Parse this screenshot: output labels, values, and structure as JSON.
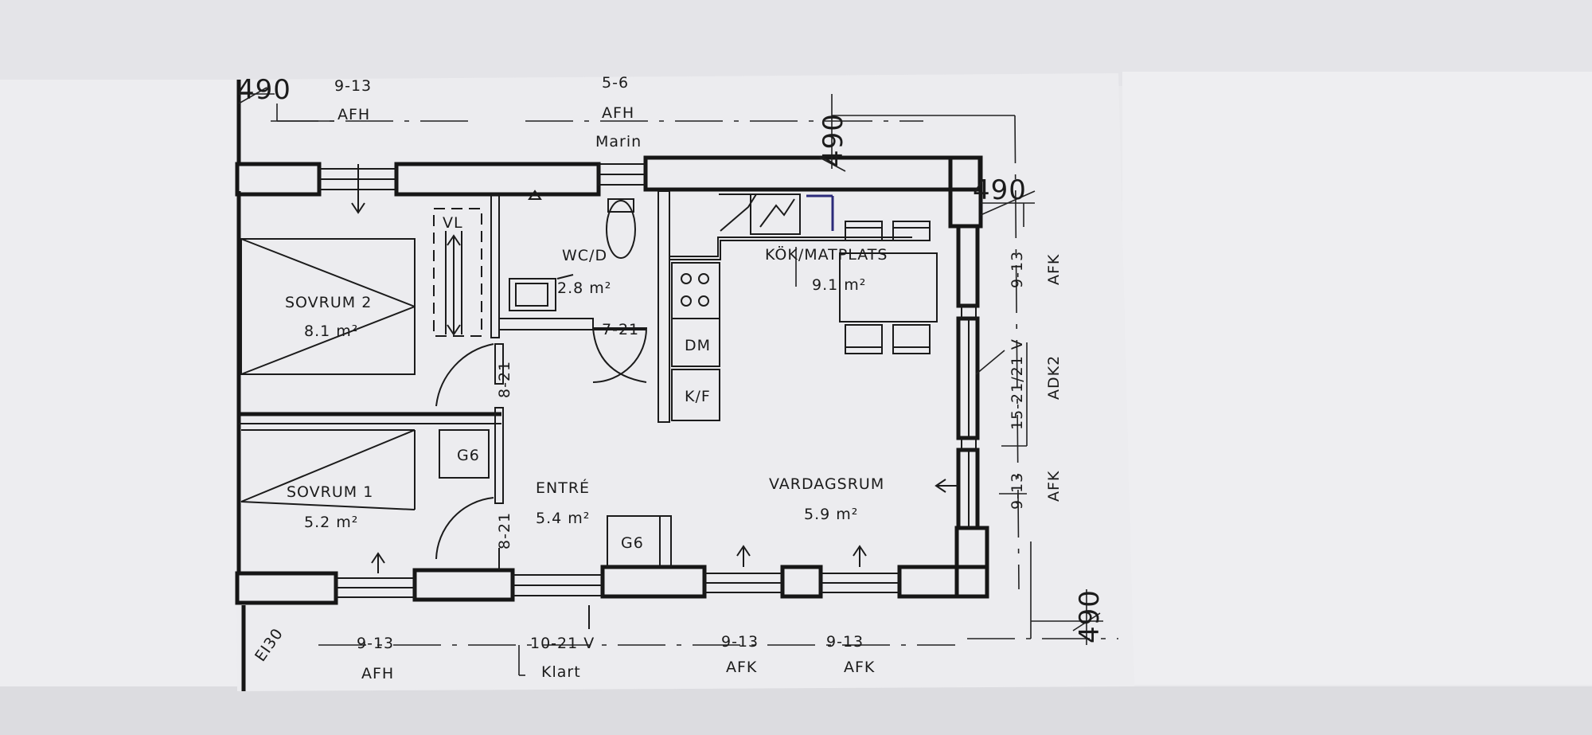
{
  "rooms": {
    "sovrum2": {
      "name": "SOVRUM 2",
      "area": "8.1 m²"
    },
    "sovrum1": {
      "name": "SOVRUM 1",
      "area": "5.2 m²"
    },
    "wc": {
      "name": "WC/D",
      "area": "2.8 m²"
    },
    "entre": {
      "name": "ENTRÉ",
      "area": "5.4 m²"
    },
    "kok": {
      "name": "KÖK/MATPLATS",
      "area": "9.1 m²"
    },
    "vardagsrum": {
      "name": "VARDAGSRUM",
      "area": "5.9 m²"
    }
  },
  "fixtures": {
    "vl": "VL",
    "dm": "DM",
    "kf": "K/F",
    "g6_a": "G6",
    "g6_b": "G6"
  },
  "doors": {
    "wc_door": "7-21",
    "sovrum2_door": "8-21",
    "sovrum1_door": "8-21"
  },
  "top": {
    "win1_size": "9-13",
    "win1_type": "AFH",
    "win2_size": "5-6",
    "win2_type": "AFH",
    "win2_note": "Marin",
    "dim_left": "490",
    "dim_mid": "490",
    "dim_right": "490"
  },
  "right": {
    "win1_size": "9-13",
    "win1_type": "AFK",
    "door_size": "15-21/21 V",
    "door_type": "ADK2",
    "win2_size": "9-13",
    "win2_type": "AFK"
  },
  "bottom": {
    "fire_class": "EI30",
    "win1_size": "9-13",
    "win1_type": "AFH",
    "door_size": "10-21 V",
    "door_note": "Klart",
    "win2_size": "9-13",
    "win2_type": "AFK",
    "win3_size": "9-13",
    "win3_type": "AFK",
    "dim": "490"
  },
  "colors": {
    "paper": "#ececef",
    "background": "#e9e9ec",
    "line": "#161616"
  }
}
